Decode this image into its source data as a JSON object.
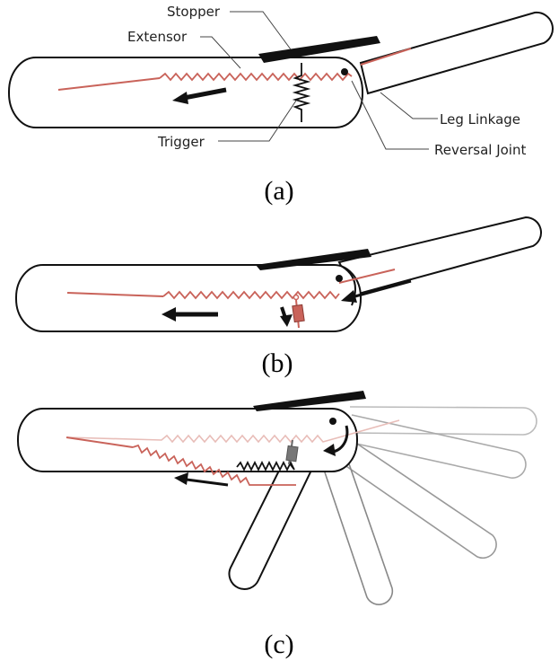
{
  "labels": {
    "stopper": "Stopper",
    "extensor": "Extensor",
    "trigger": "Trigger",
    "leg_linkage": "Leg Linkage",
    "reversal_joint": "Reversal Joint"
  },
  "captions": {
    "a": "(a)",
    "b": "(b)",
    "c": "(c)"
  },
  "colors": {
    "outline": "#111111",
    "extensor": "#c9635a",
    "extensor_faded": "#e8bdb8",
    "spring": "#111111",
    "trigger_block_b": "#c9635a",
    "trigger_block_c": "#777777",
    "faded_outline": "#aaaaaa"
  }
}
